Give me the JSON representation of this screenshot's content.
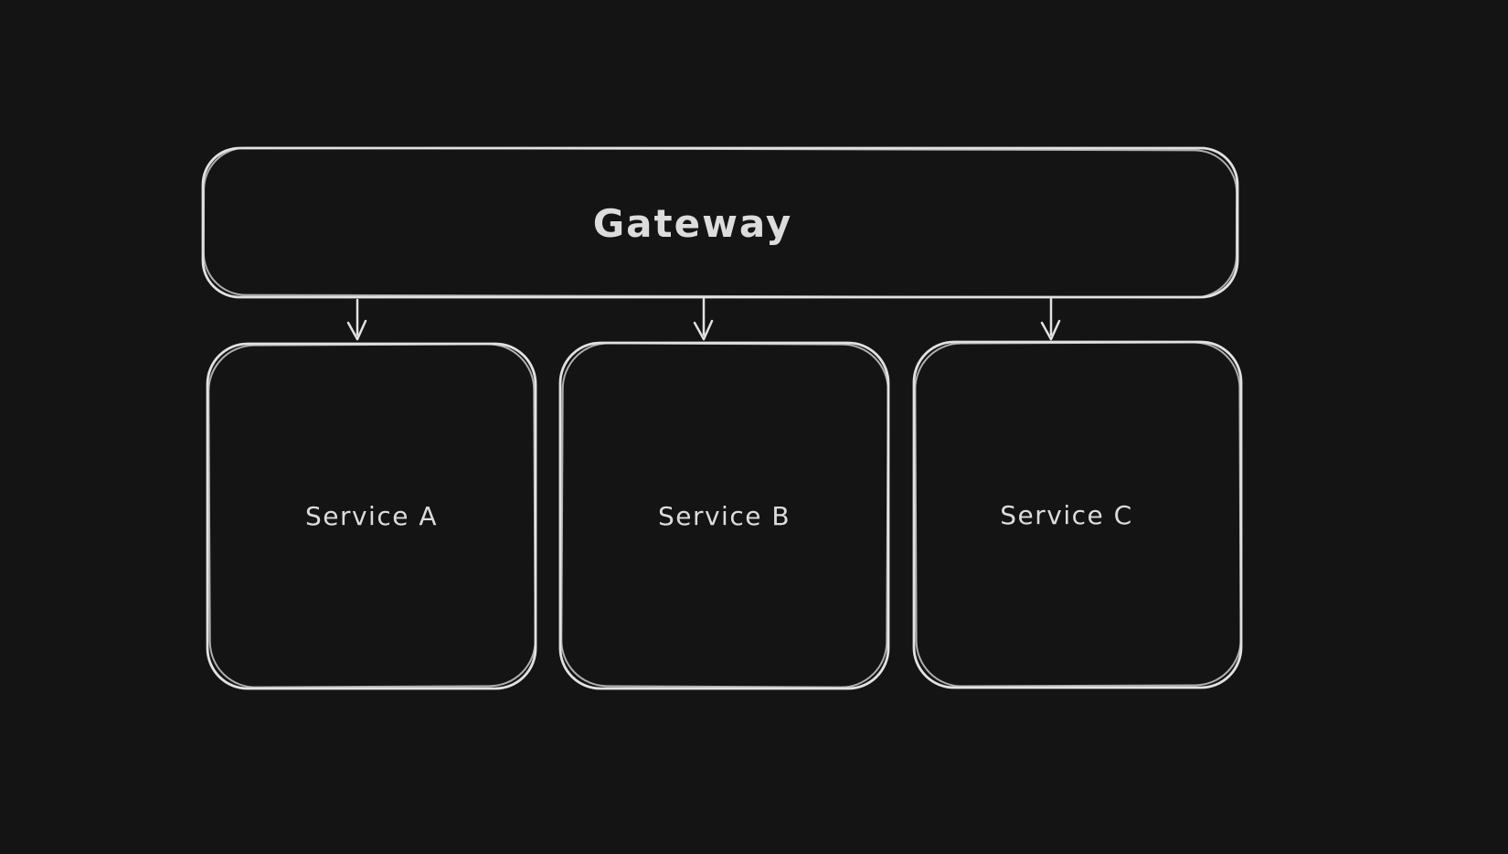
{
  "canvas": {
    "background_color": "#141414",
    "stroke_color": "#e2e2e2",
    "text_color": "#dcdcdc",
    "style": "hand-drawn"
  },
  "diagram": {
    "type": "flowchart",
    "nodes": [
      {
        "id": "gateway",
        "label": "Gateway",
        "shape": "rounded-rectangle"
      },
      {
        "id": "service-a",
        "label": "Service A",
        "shape": "rounded-rectangle"
      },
      {
        "id": "service-b",
        "label": "Service B",
        "shape": "rounded-rectangle"
      },
      {
        "id": "service-c",
        "label": "Service C",
        "shape": "rounded-rectangle"
      }
    ],
    "edges": [
      {
        "from": "gateway",
        "to": "service-a",
        "direction": "down",
        "arrowhead": "open"
      },
      {
        "from": "gateway",
        "to": "service-b",
        "direction": "down",
        "arrowhead": "open"
      },
      {
        "from": "gateway",
        "to": "service-c",
        "direction": "down",
        "arrowhead": "open"
      }
    ]
  }
}
